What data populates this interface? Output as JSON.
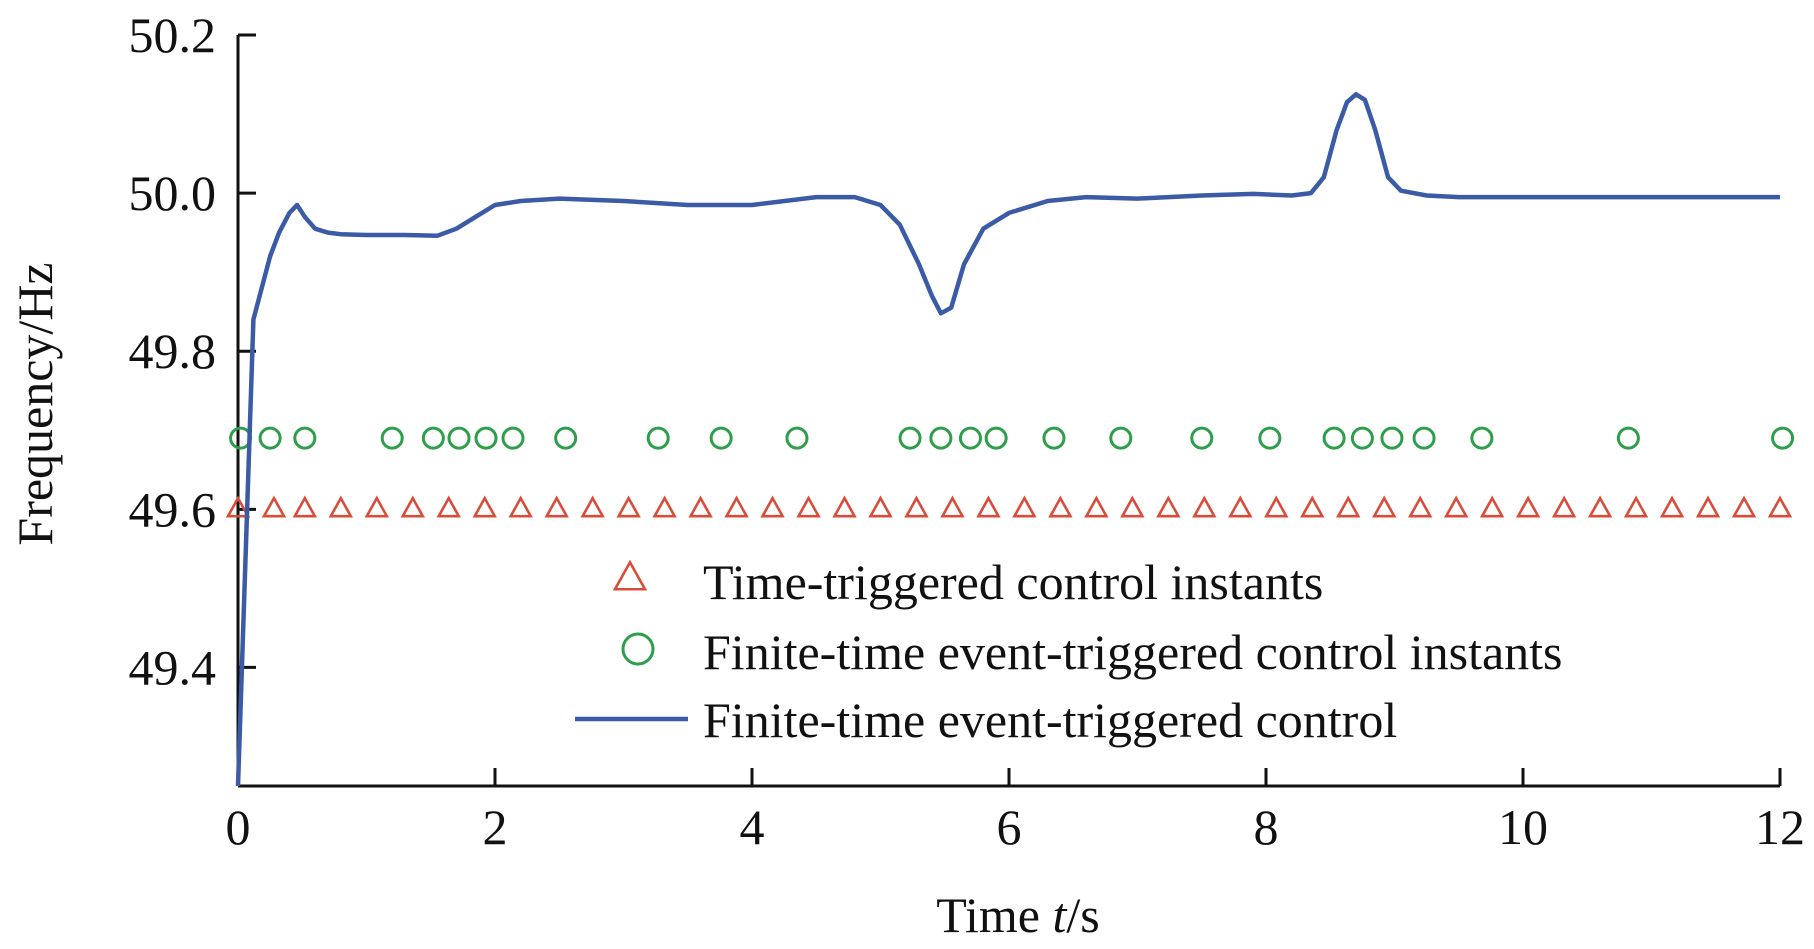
{
  "chart_data": {
    "type": "line",
    "title": "",
    "xlabel": {
      "prefix": "Time ",
      "italic": "t",
      "suffix": "/s"
    },
    "ylabel": "Frequency/Hz",
    "xlim": [
      0,
      12
    ],
    "ylim": [
      49.25,
      50.2
    ],
    "xticks": [
      0,
      2,
      4,
      6,
      8,
      10,
      12
    ],
    "yticks": [
      49.4,
      49.6,
      49.8,
      50.0,
      50.2
    ],
    "ytick_labels": [
      "49.4",
      "49.6",
      "49.8",
      "50.0",
      "50.2"
    ],
    "grid": false,
    "legend_position": "lower-right",
    "colors": {
      "line": "#3b5ba6",
      "triangle": "#d94c3a",
      "circle": "#2e9e4a",
      "axis": "#111111"
    },
    "series": [
      {
        "name": "Time-triggered control instants",
        "kind": "marker",
        "marker": "triangle",
        "y": 49.6,
        "x": [
          0,
          0.28,
          0.52,
          0.8,
          1.08,
          1.36,
          1.64,
          1.92,
          2.2,
          2.48,
          2.76,
          3.04,
          3.32,
          3.6,
          3.88,
          4.16,
          4.44,
          4.72,
          5.0,
          5.28,
          5.56,
          5.84,
          6.12,
          6.4,
          6.68,
          6.96,
          7.24,
          7.52,
          7.8,
          8.08,
          8.36,
          8.64,
          8.92,
          9.2,
          9.48,
          9.76,
          10.04,
          10.32,
          10.6,
          10.88,
          11.16,
          11.44,
          11.72,
          12.0
        ]
      },
      {
        "name": "Finite-time event-triggered control instants",
        "kind": "marker",
        "marker": "circle",
        "y": 49.69,
        "x": [
          0.02,
          0.25,
          0.52,
          1.2,
          1.52,
          1.72,
          1.93,
          2.14,
          2.55,
          3.27,
          3.76,
          4.35,
          5.23,
          5.47,
          5.7,
          5.9,
          6.35,
          6.87,
          7.5,
          8.03,
          8.53,
          8.75,
          8.98,
          9.23,
          9.68,
          10.82,
          12.02
        ]
      },
      {
        "name": "Finite-time event-triggered control",
        "kind": "line",
        "x": [
          0,
          0.12,
          0.25,
          0.32,
          0.4,
          0.46,
          0.52,
          0.6,
          0.7,
          0.8,
          1.0,
          1.3,
          1.55,
          1.7,
          1.85,
          2.0,
          2.2,
          2.5,
          3.0,
          3.5,
          4.0,
          4.5,
          4.8,
          5.0,
          5.15,
          5.3,
          5.4,
          5.47,
          5.55,
          5.65,
          5.8,
          6.0,
          6.3,
          6.6,
          7.0,
          7.5,
          7.9,
          8.2,
          8.35,
          8.45,
          8.55,
          8.63,
          8.7,
          8.77,
          8.85,
          8.95,
          9.05,
          9.25,
          9.5,
          10.0,
          11.0,
          12.0
        ],
        "y": [
          49.25,
          49.84,
          49.92,
          49.95,
          49.975,
          49.985,
          49.97,
          49.955,
          49.95,
          49.948,
          49.947,
          49.947,
          49.946,
          49.955,
          49.97,
          49.985,
          49.99,
          49.993,
          49.99,
          49.985,
          49.985,
          49.995,
          49.995,
          49.985,
          49.96,
          49.91,
          49.87,
          49.848,
          49.855,
          49.91,
          49.955,
          49.975,
          49.99,
          49.995,
          49.993,
          49.997,
          49.999,
          49.997,
          50.0,
          50.02,
          50.08,
          50.115,
          50.125,
          50.118,
          50.08,
          50.02,
          50.003,
          49.997,
          49.995,
          49.995,
          49.995,
          49.995
        ]
      }
    ]
  }
}
